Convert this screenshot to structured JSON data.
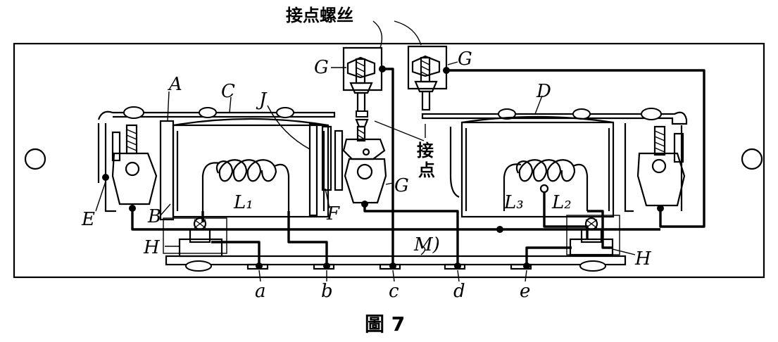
{
  "caption": "圖 7",
  "callouts": {
    "contact_screws": "接点螺丝",
    "contact_line1": "接",
    "contact_line2": "点"
  },
  "part_labels": {
    "A": "A",
    "B": "B",
    "C": "C",
    "D": "D",
    "E": "E",
    "F": "F",
    "J": "J",
    "M": "M)",
    "G_top_left": "G",
    "G_top_right": "G",
    "G_mid": "G",
    "H_left": "H",
    "H_right": "H",
    "L1": "L₁",
    "L2": "L₂",
    "L3": "L₃"
  },
  "terminals": [
    "a",
    "b",
    "c",
    "d",
    "e"
  ]
}
